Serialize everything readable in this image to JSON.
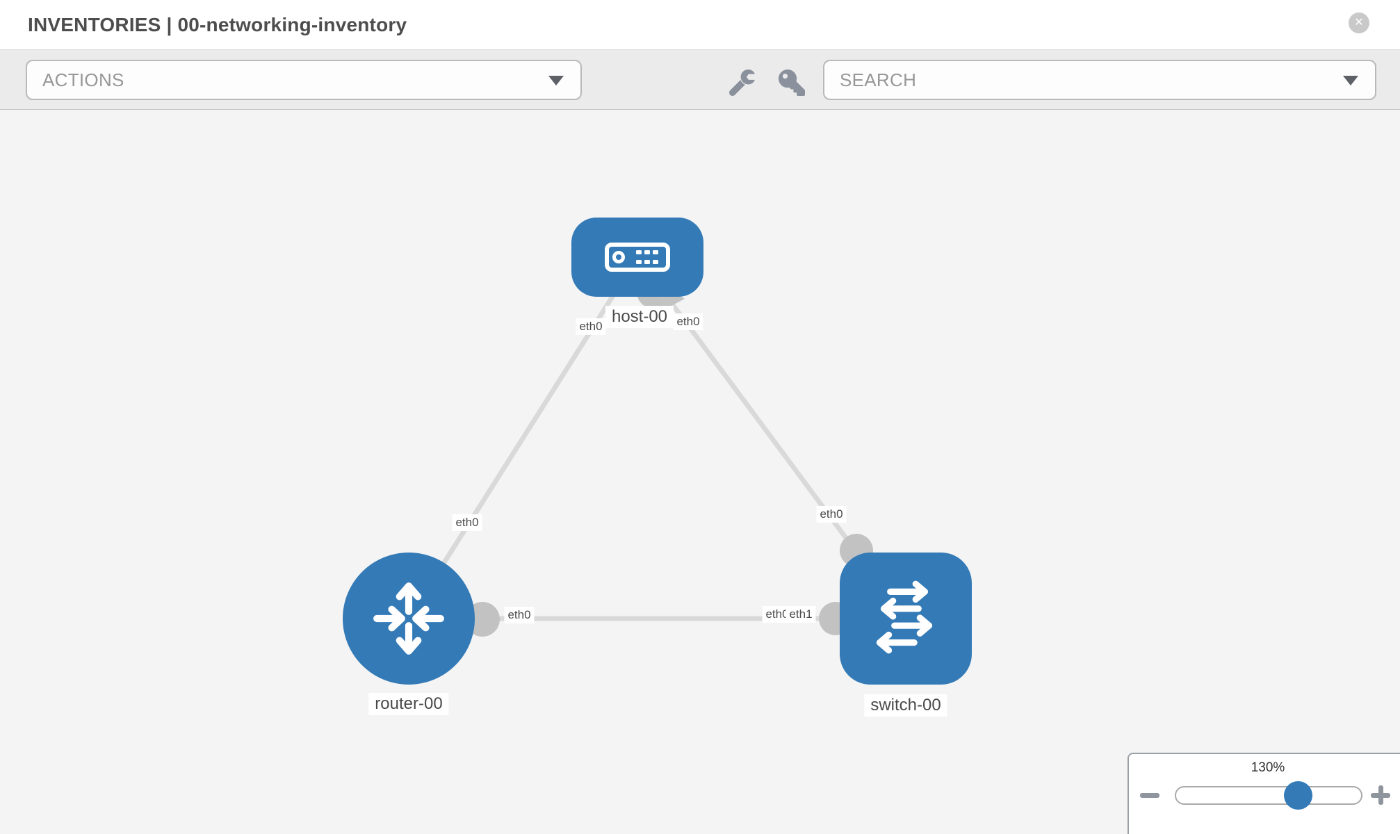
{
  "header": {
    "title": "INVENTORIES | 00-networking-inventory",
    "close_label": "✕"
  },
  "toolbar": {
    "actions_dropdown": "ACTIONS",
    "search_dropdown": "SEARCH",
    "icons": [
      "wrench-icon",
      "key-icon"
    ]
  },
  "topology": {
    "nodes": [
      {
        "id": "host-00",
        "type": "host",
        "label": "host-00"
      },
      {
        "id": "router-00",
        "type": "router",
        "label": "router-00"
      },
      {
        "id": "switch-00",
        "type": "switch",
        "label": "switch-00"
      }
    ],
    "links": [
      {
        "from": "router-00",
        "to": "host-00",
        "from_iface": "eth0",
        "to_iface": "eth0"
      },
      {
        "from": "switch-00",
        "to": "host-00",
        "from_iface": "eth0",
        "to_iface": "eth0"
      },
      {
        "from": "router-00",
        "to": "switch-00",
        "from_iface": "eth0",
        "to_iface": "eth1"
      }
    ],
    "iface_labels": {
      "host_left": "eth0",
      "host_right": "eth0",
      "router_top": "eth0",
      "router_right": "eth0",
      "switch_top": "eth0",
      "mid_back": "eth0",
      "mid_front": "eth1"
    }
  },
  "zoom_control": {
    "level": "130%"
  },
  "colors": {
    "node_blue": "#337ab7",
    "link_gray": "#d9d9d9",
    "stub_gray": "#c2c2c2",
    "canvas_bg": "#f4f4f4",
    "toolbar_bg": "#ebebeb",
    "label_text": "#4a4a4a"
  }
}
